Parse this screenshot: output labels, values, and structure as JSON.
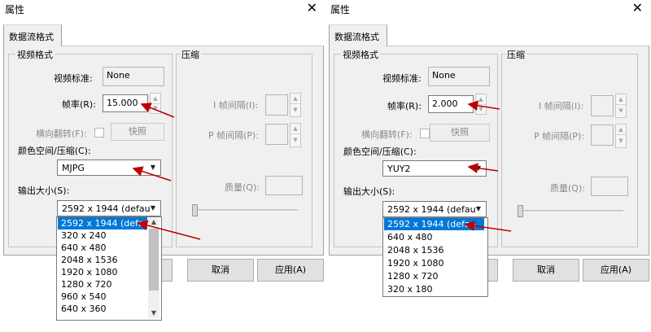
{
  "left": {
    "title": "属性",
    "tab": "数据流格式",
    "video_group": "视频格式",
    "compress_group": "压缩",
    "video_standard_label": "视频标准:",
    "video_standard_value": "None",
    "frame_rate_label": "帧率(R):",
    "frame_rate_value": "15.000",
    "flip_label": "横向翻转(F):",
    "snapshot_button": "快照",
    "color_space_label": "颜色空间/压缩(C):",
    "color_space_value": "MJPG",
    "output_size_label": "输出大小(S):",
    "output_size_value": "2592 x 1944  (defau",
    "i_frame_label": "I 帧间隔(I):",
    "p_frame_label": "P 帧间隔(P):",
    "quality_label": "质量(Q):",
    "dropdown_options": [
      "2592 x 1944  (defau",
      "320 x 240",
      "640 x 480",
      "2048 x 1536",
      "1920 x 1080",
      "1280 x 720",
      "960 x 540",
      "640 x 360"
    ],
    "selected_index": 0,
    "cancel_button": "取消",
    "apply_button": "应用(A)"
  },
  "right": {
    "title": "属性",
    "tab": "数据流格式",
    "video_group": "视频格式",
    "compress_group": "压缩",
    "video_standard_label": "视频标准:",
    "video_standard_value": "None",
    "frame_rate_label": "帧率(R):",
    "frame_rate_value": "2.000",
    "flip_label": "横向翻转(F):",
    "snapshot_button": "快照",
    "color_space_label": "颜色空间/压缩(C):",
    "color_space_value": "YUY2",
    "output_size_label": "输出大小(S):",
    "output_size_value": "2592 x 1944  (defau",
    "i_frame_label": "I 帧间隔(I):",
    "p_frame_label": "P 帧间隔(P):",
    "quality_label": "质量(Q):",
    "dropdown_options": [
      "2592 x 1944  (defau",
      "640 x 480",
      "2048 x 1536",
      "1920 x 1080",
      "1280 x 720",
      "320 x 180"
    ],
    "selected_index": 0,
    "cancel_button": "取消",
    "apply_button": "应用(A)"
  },
  "icons": {
    "close": "close-icon",
    "spin_up": "spin-up-icon",
    "spin_down": "spin-down-icon",
    "dropdown": "chevron-down-icon",
    "scroll_up": "scroll-up-icon",
    "scroll_down": "scroll-down-icon"
  },
  "colors": {
    "selection": "#0078d7",
    "annotation_arrow": "#c00000",
    "panel": "#f0f0f0"
  }
}
